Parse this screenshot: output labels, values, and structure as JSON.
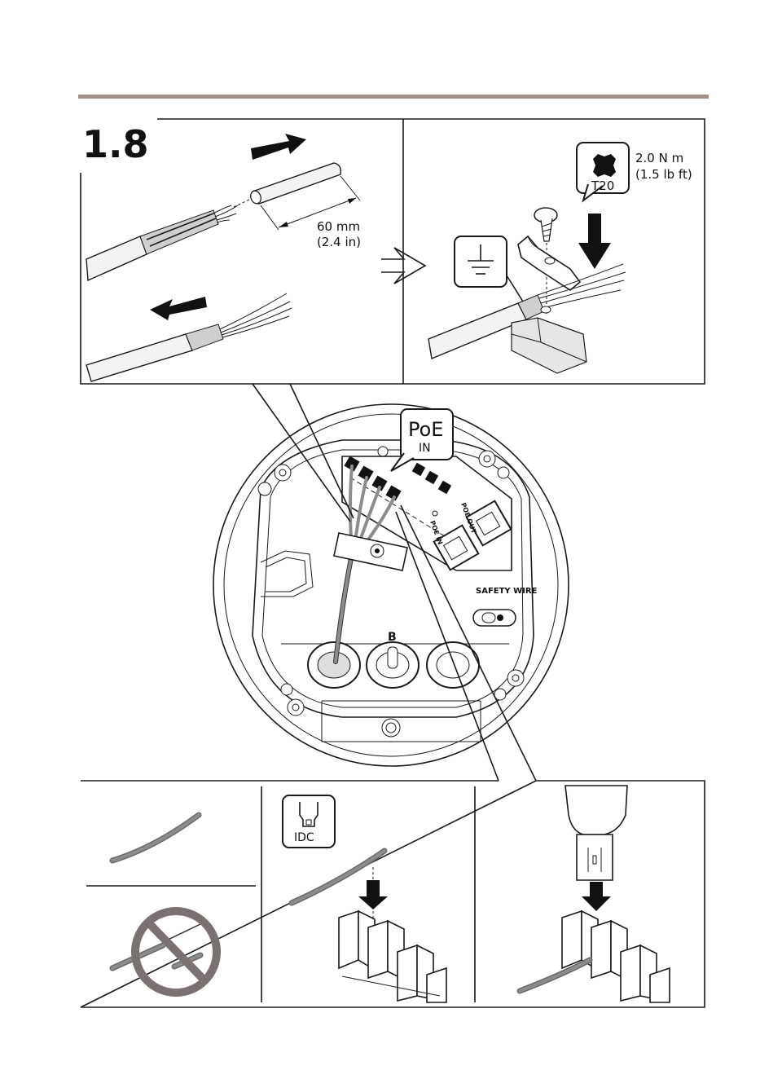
{
  "header": {
    "rule_color": "#a39088"
  },
  "step": {
    "number": "1.8"
  },
  "panel_strip": {
    "length_mm": "60 mm",
    "length_in": "(2.4 in)"
  },
  "panel_ground": {
    "torque_nm": "2.0 N m",
    "torque_lbft": "(1.5 lb ft)",
    "tool_label": "T20",
    "tool_icon": "torx-bit-icon",
    "ground_icon": "ground-symbol-icon"
  },
  "main": {
    "poe_label": "PoE",
    "poe_sub": "IN",
    "poe_out_silk": "POE OUT",
    "poe_in_silk": "POE IN",
    "safety_wire_label": "SAFETY WIRE",
    "gland_label": "B"
  },
  "bottom": {
    "idc_label": "IDC",
    "prohibited_icon": "prohibited-icon"
  },
  "colors": {
    "prohibited": "#7a7173",
    "wire": "#8c8c8c"
  }
}
